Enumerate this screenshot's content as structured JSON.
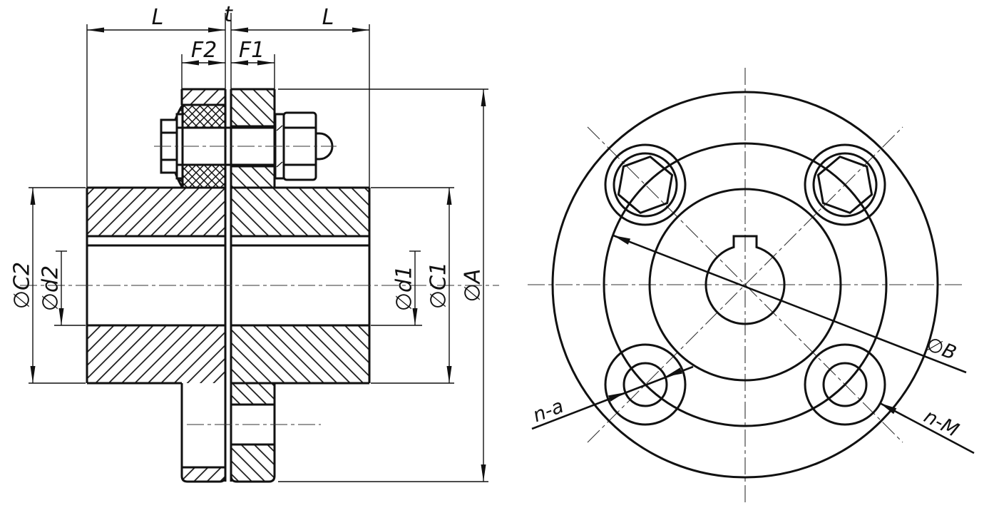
{
  "drawing": {
    "background": "#ffffff",
    "line_color": "#111111",
    "section_view": {
      "dims": {
        "l_left": "L",
        "t": "t",
        "l_right": "L",
        "f2": "F2",
        "f1": "F1",
        "c2": "∅C2",
        "d2": "∅d2",
        "d1": "∅d1",
        "c1": "∅C1",
        "a": "∅A"
      }
    },
    "front_view": {
      "dims": {
        "b": "∅B",
        "n_a": "n-a",
        "n_m": "n-M"
      }
    }
  }
}
